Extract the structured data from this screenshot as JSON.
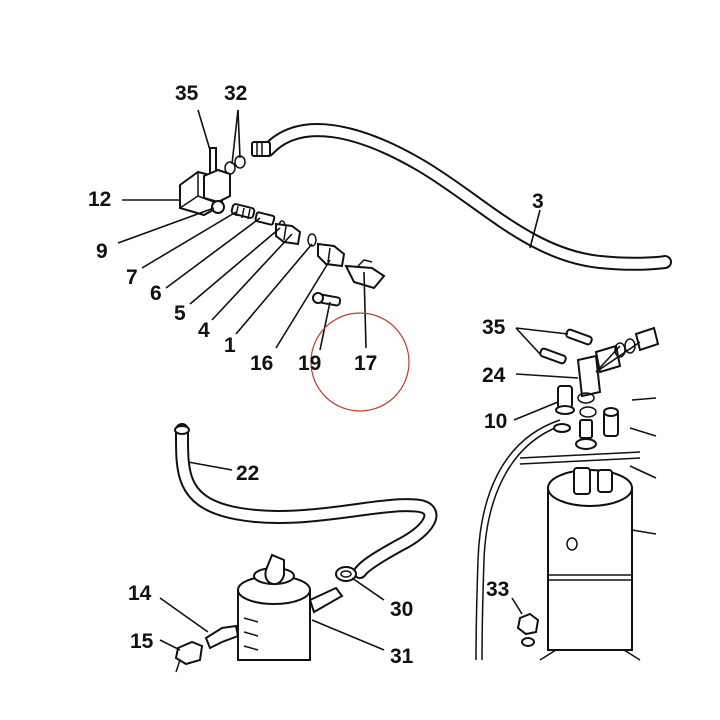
{
  "callouts": [
    {
      "id": "c35a",
      "label": "35"
    },
    {
      "id": "c32",
      "label": "32"
    },
    {
      "id": "c12",
      "label": "12"
    },
    {
      "id": "c9",
      "label": "9"
    },
    {
      "id": "c7",
      "label": "7"
    },
    {
      "id": "c6",
      "label": "6"
    },
    {
      "id": "c5",
      "label": "5"
    },
    {
      "id": "c4",
      "label": "4"
    },
    {
      "id": "c1",
      "label": "1"
    },
    {
      "id": "c16",
      "label": "16"
    },
    {
      "id": "c19",
      "label": "19"
    },
    {
      "id": "c17",
      "label": "17"
    },
    {
      "id": "c3",
      "label": "3"
    },
    {
      "id": "c35b",
      "label": "35"
    },
    {
      "id": "c24",
      "label": "24"
    },
    {
      "id": "c10",
      "label": "10"
    },
    {
      "id": "c22",
      "label": "22"
    },
    {
      "id": "c33",
      "label": "33"
    },
    {
      "id": "c14",
      "label": "14"
    },
    {
      "id": "c15",
      "label": "15"
    },
    {
      "id": "c30",
      "label": "30"
    },
    {
      "id": "c31",
      "label": "31"
    }
  ],
  "highlight": {
    "color": "#c0392b",
    "target": "17"
  },
  "colors": {
    "line": "#111111",
    "background": "#ffffff"
  }
}
